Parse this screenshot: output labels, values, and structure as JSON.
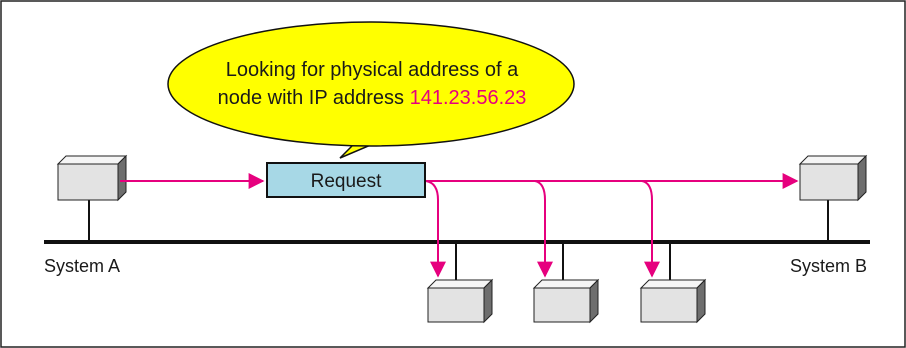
{
  "bubble": {
    "line1": "Looking for physical address of a",
    "line2_prefix": "node with IP address ",
    "ip_address": "141.23.56.23"
  },
  "packet": {
    "label": "Request"
  },
  "systems": {
    "a_label": "System A",
    "b_label": "System B"
  },
  "colors": {
    "bubble_fill": "#ffff00",
    "packet_fill": "#a7d8e6",
    "arrow": "#e6007e",
    "ip_text": "#e6007e",
    "box_front": "#e3e3e3",
    "box_side": "#6e6e6e"
  }
}
